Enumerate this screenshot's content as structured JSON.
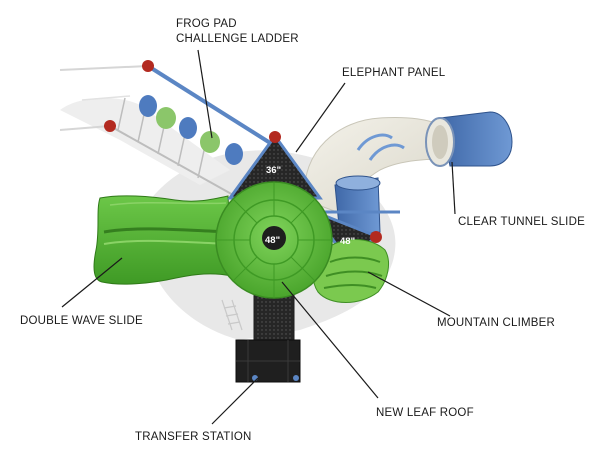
{
  "labels": {
    "frog_pad_line1": "FROG PAD",
    "frog_pad_line2": "CHALLENGE LADDER",
    "elephant_panel": "ELEPHANT PANEL",
    "clear_tunnel_slide": "CLEAR TUNNEL SLIDE",
    "double_wave_slide": "DOUBLE WAVE SLIDE",
    "mountain_climber": "MOUNTAIN CLIMBER",
    "new_leaf_roof": "NEW LEAF ROOF",
    "transfer_station": "TRANSFER STATION"
  },
  "deck_heights": {
    "top": "36\"",
    "center": "48\"",
    "right": "48\""
  },
  "colors": {
    "green": "#5fba3c",
    "green_dark": "#3f8f24",
    "blue": "#5b86c4",
    "deck": "#2b2b2b",
    "cap_red": "#b32a20"
  }
}
